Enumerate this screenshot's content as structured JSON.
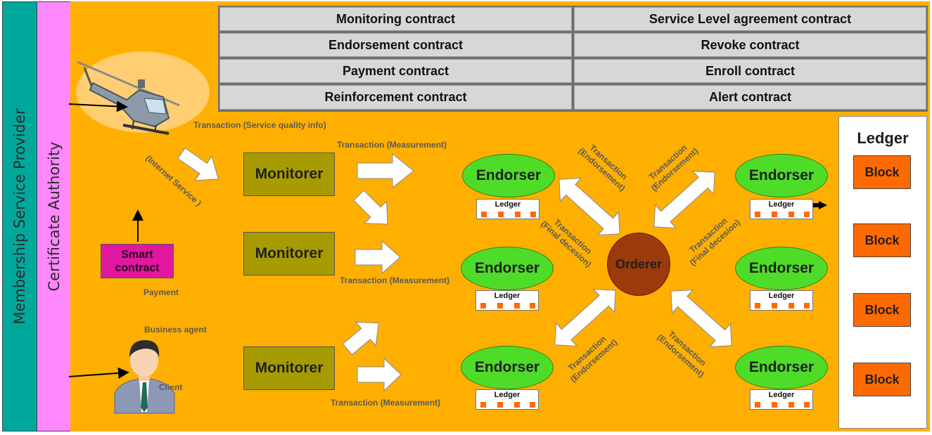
{
  "side": {
    "msp": "Membership Service Provider",
    "ca": "Certificate Authority"
  },
  "contracts": [
    "Monitoring contract",
    "Service Level agreement contract",
    "Endorsement contract",
    "Revoke contract",
    "Payment contract",
    "Enroll contract",
    "Reinforcement contract",
    "Alert contract"
  ],
  "labels": {
    "service_quality": "Transaction (Service quality info)",
    "internet_service": "(Internet Service )",
    "measurement_1": "Transaction (Measurement)",
    "measurement_2": "Transaction (Measurement)",
    "measurement_3": "Transaction (Measurement)",
    "payment": "Payment",
    "business_agent": "Business agent",
    "client": "Client",
    "tx_endorse_tl": "Transaction\n(Endorsement)",
    "tx_final_tl": "Transaction\n(Final decesion)",
    "tx_endorse_tr": "Transaction\n(Endorsement)",
    "tx_final_tr": "Transaction\n(Final decesion)",
    "tx_endorse_bl": "Transaction\n(Endorsement)",
    "tx_endorse_br": "Transaction\n(Endorsement)"
  },
  "smart_contract": "Smart contract",
  "monitorer": "Monitorer",
  "endorser": "Endorser",
  "ledger_small": "Ledger",
  "orderer": "Orderer",
  "ledger_panel": {
    "title": "Ledger",
    "block": "Block"
  },
  "colors": {
    "background": "#ffaf00",
    "msp_band": "#00a89c",
    "ca_band": "#ff88ff",
    "endorser": "#4fdc29",
    "monitorer": "#a69b00",
    "orderer": "#9c3a0a",
    "block": "#ff6a00",
    "smart_contract": "#e0189f"
  }
}
